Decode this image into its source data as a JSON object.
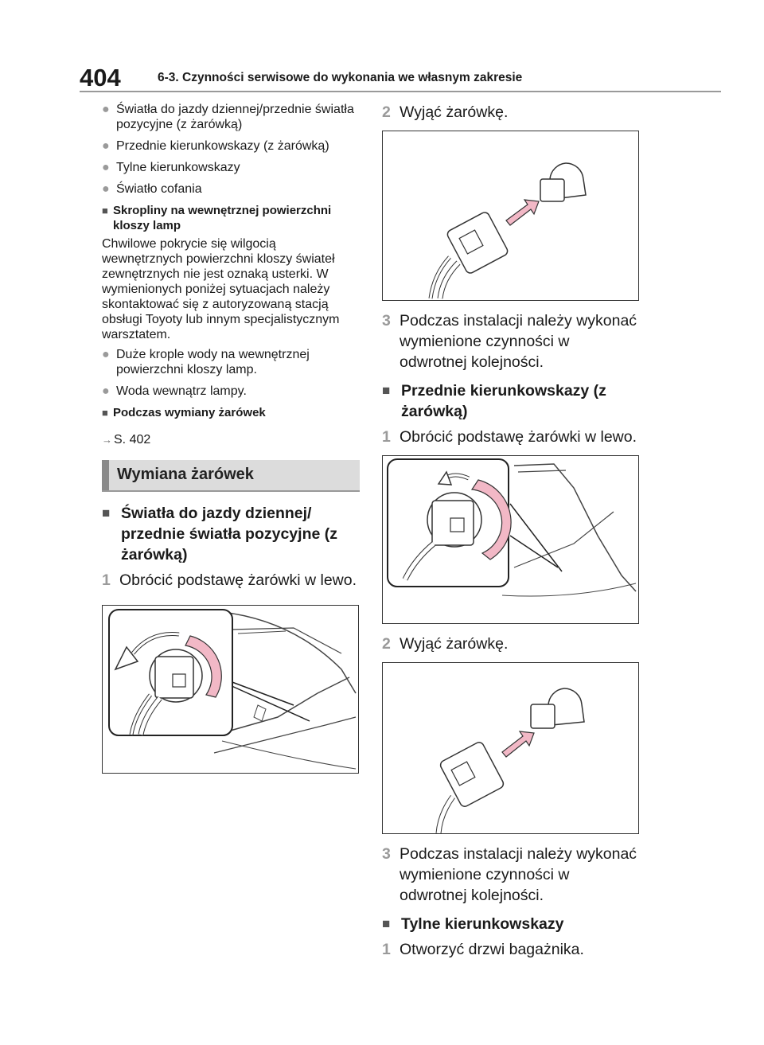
{
  "header": {
    "page_number": "404",
    "chapter": "6-3. Czynności serwisowe do wykonania we własnym zakresie"
  },
  "left": {
    "bullets1": [
      "Światła do jazdy dziennej/przednie światła pozycyjne (z żarówką)",
      "Przednie kierunkowskazy (z żarówką)",
      "Tylne kierunkowskazy",
      "Światło cofania"
    ],
    "condensation_heading": "Skropliny na wewnętrznej powierzchni kloszy lamp",
    "condensation_text": "Chwilowe pokrycie się wilgocią wewnętrznych powierzchni kloszy świateł zewnętrznych nie jest oznaką usterki. W wymienionych poniżej sytuacjach należy skontaktować się z autoryzowaną stacją obsługi Toyoty lub innym specjalistycznym warsztatem.",
    "bullets2": [
      "Duże krople wody na wewnętrznej powierzchni kloszy lamp.",
      "Woda wewnątrz lampy."
    ],
    "replacing_heading": "Podczas wymiany żarówek",
    "reference_arrow": "→",
    "reference": "S. 402",
    "section_title": "Wymiana żarówek",
    "drl_heading": "Światła do jazdy dziennej/ przednie światła pozycyjne (z żarówką)",
    "drl_step1_num": "1",
    "drl_step1": "Obrócić podstawę żarówki w lewo."
  },
  "right": {
    "step2_num": "2",
    "step2": "Wyjąć żarówkę.",
    "step3_num": "3",
    "step3": "Podczas instalacji należy wykonać wymienione czynności w odwrotnej kolejności.",
    "front_turn_heading": "Przednie kierunkowskazy (z żarówką)",
    "ft_step1_num": "1",
    "ft_step1": "Obrócić podstawę żarówki w lewo.",
    "ft_step2_num": "2",
    "ft_step2": "Wyjąć żarówkę.",
    "ft_step3_num": "3",
    "ft_step3": "Podczas instalacji należy wykonać wymienione czynności w odwrotnej kolejności.",
    "rear_turn_heading": "Tylne kierunkowskazy",
    "rt_step1_num": "1",
    "rt_step1": "Otworzyć drzwi bagażnika."
  },
  "colors": {
    "accent_pink": "#f2b8c6",
    "grey_marker": "#9a9a9a"
  }
}
